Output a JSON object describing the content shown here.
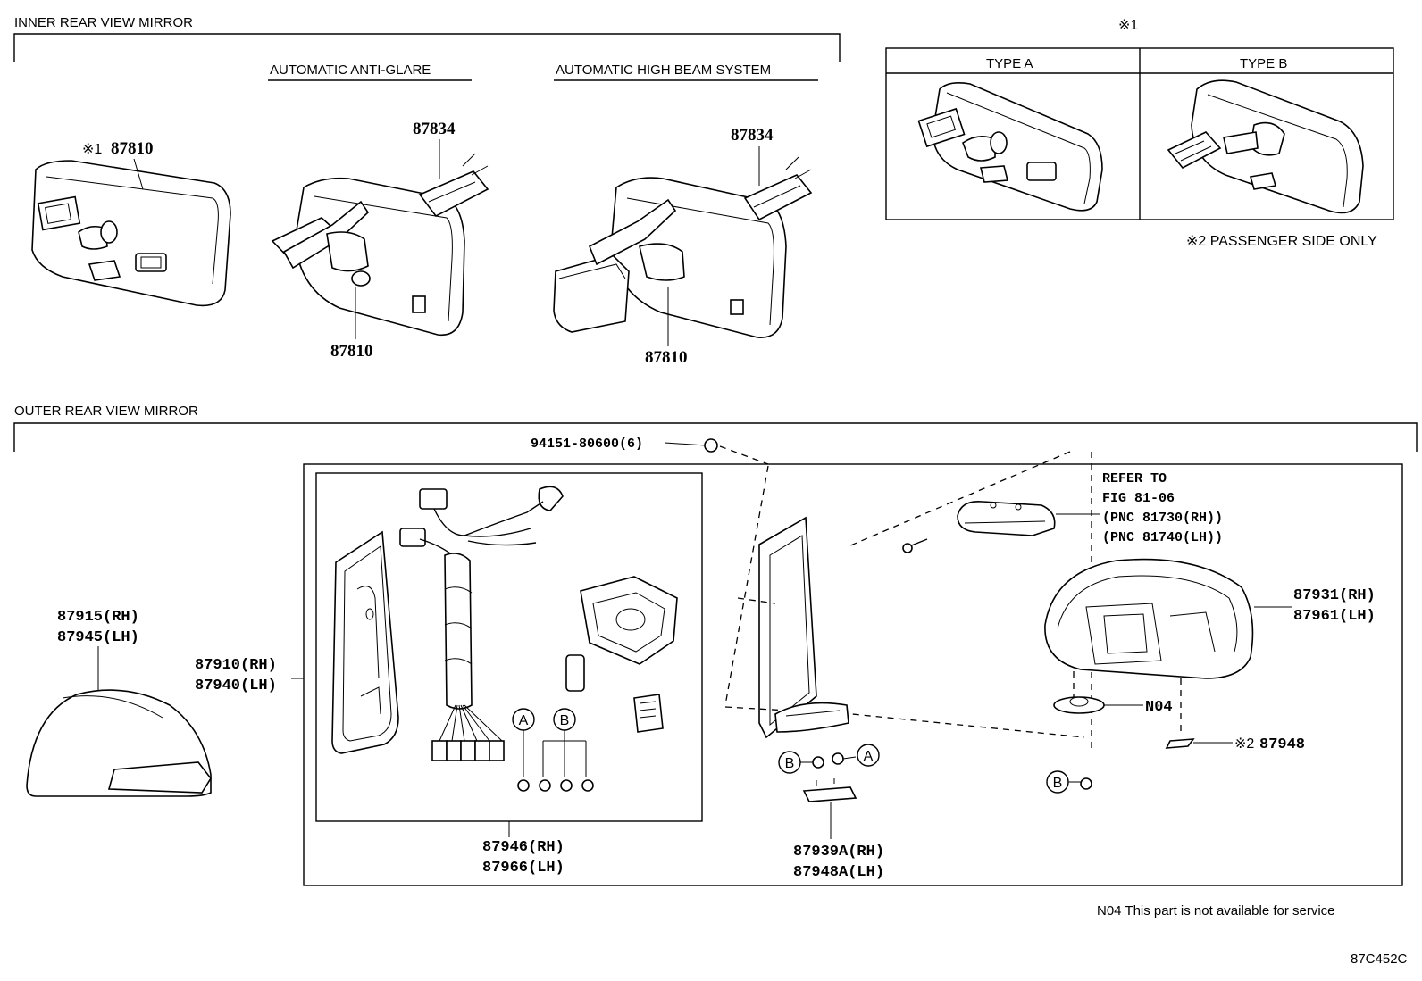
{
  "inner_section": {
    "title": "INNER REAR VIEW MIRROR",
    "variant_1": "AUTOMATIC ANTI-GLARE",
    "variant_2": "AUTOMATIC HIGH BEAM SYSTEM",
    "main_part_label": "87810",
    "main_part_mark": "※1",
    "variant_1_sensor": "87834",
    "variant_1_part": "87810",
    "variant_2_sensor": "87834",
    "variant_2_part": "87810"
  },
  "type_table": {
    "mark": "※1",
    "type_a": "TYPE A",
    "type_b": "TYPE B",
    "note": "※2 PASSENGER SIDE ONLY"
  },
  "outer_section": {
    "title": "OUTER REAR VIEW MIRROR",
    "screw_label": "94151-80600(6)",
    "cover_rh": "87915(RH)",
    "cover_lh": "87945(LH)",
    "assy_rh": "87910(RH)",
    "assy_lh": "87940(LH)",
    "kit_rh": "87946(RH)",
    "kit_lh": "87966(LH)",
    "bracket_rh": "87939A(RH)",
    "bracket_lh": "87948A(LH)",
    "refer": [
      "REFER TO",
      "FIG 81-06",
      "(PNC 81730(RH))",
      "(PNC 81740(LH))"
    ],
    "housing_rh": "87931(RH)",
    "housing_lh": "87961(LH)",
    "n04_label": "N04",
    "part_87948_mark": "※2",
    "part_87948": "87948",
    "circle_a": "A",
    "circle_b": "B"
  },
  "footer": {
    "n04_note": "N04 This part is not available for service",
    "figure_code": "87C452C"
  }
}
